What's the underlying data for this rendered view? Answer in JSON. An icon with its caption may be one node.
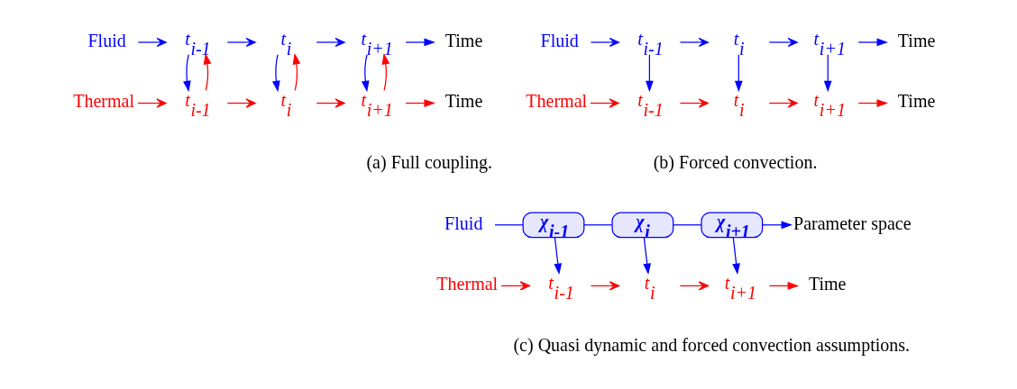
{
  "diagram": {
    "nodes": [
      {
        "text": [
          "Fluid"
        ]
      },
      {
        "text": [
          "t$_{i-1}$"
        ]
      },
      {
        "text": [
          "t$_{i}$"
        ]
      },
      {
        "text": [
          "t$_{i+1}$"
        ]
      },
      {
        "text": [
          "Time"
        ]
      },
      {
        "text": [
          "Thermal"
        ]
      },
      {
        "text": [
          "t$_{i-1}$"
        ]
      },
      {
        "text": [
          "t$_{i}$"
        ]
      },
      {
        "text": [
          "t$_{i+1}$"
        ]
      },
      {
        "text": [
          "Time"
        ]
      },
      {
        "text": [
          "Fluid"
        ]
      },
      {
        "text": [
          "t$_{i-1}$"
        ]
      },
      {
        "text": [
          "t$_{i}$"
        ]
      },
      {
        "text": [
          "t$_{i+1}$"
        ]
      },
      {
        "text": [
          "Time"
        ]
      },
      {
        "text": [
          "Thermal"
        ]
      },
      {
        "text": [
          "t$_{i-1}$"
        ]
      },
      {
        "text": [
          "t$_{i}$"
        ]
      },
      {
        "text": [
          "t$_{i+1}$"
        ]
      },
      {
        "text": [
          "Time"
        ]
      },
      {
        "text": [
          "Fluid"
        ]
      },
      {
        "text": [
          "χ$_{i-1}$"
        ]
      },
      {
        "text": [
          "χ$_{i}$"
        ]
      },
      {
        "text": [
          "χ$_{i+1}$"
        ]
      },
      {
        "text": [
          "Parameter space"
        ]
      },
      {
        "text": [
          "Thermal"
        ]
      },
      {
        "text": [
          "t$_{i-1}$"
        ]
      },
      {
        "text": [
          "t$_{i}$"
        ]
      },
      {
        "text": [
          "t$_{i+1}$"
        ]
      },
      {
        "text": [
          "Time"
        ]
      }
    ],
    "edges": [
      {
        "from": 0,
        "to": 1,
        "arrow": "to",
        "color": "#0000ff"
      },
      {
        "from": 1,
        "to": 2,
        "arrow": "to",
        "color": "#0000ff"
      },
      {
        "from": 2,
        "to": 3,
        "arrow": "to",
        "color": "#0000ff"
      },
      {
        "from": 3,
        "to": 4,
        "arrow": "to",
        "color": "#0000ff"
      },
      {
        "from": 5,
        "to": 6,
        "arrow": "to",
        "color": "#ff0000"
      },
      {
        "from": 6,
        "to": 7,
        "arrow": "to",
        "color": "#ff0000"
      },
      {
        "from": 7,
        "to": 8,
        "arrow": "to",
        "color": "#ff0000"
      },
      {
        "from": 8,
        "to": 9,
        "arrow": "to",
        "color": "#ff0000"
      },
      {
        "from": 1,
        "to": 6,
        "arrow": "to",
        "color": "#0000ff"
      },
      {
        "from": 6,
        "to": 1,
        "arrow": "to",
        "color": "#ff0000"
      },
      {
        "from": 2,
        "to": 7,
        "arrow": "to",
        "color": "#0000ff"
      },
      {
        "from": 7,
        "to": 2,
        "arrow": "to",
        "color": "#ff0000"
      },
      {
        "from": 3,
        "to": 8,
        "arrow": "to",
        "color": "#0000ff"
      },
      {
        "from": 8,
        "to": 3,
        "arrow": "to",
        "color": "#ff0000"
      },
      {
        "from": 10,
        "to": 11,
        "arrow": "to",
        "color": "#0000ff"
      },
      {
        "from": 11,
        "to": 12,
        "arrow": "to",
        "color": "#0000ff"
      },
      {
        "from": 12,
        "to": 13,
        "arrow": "to",
        "color": "#0000ff"
      },
      {
        "from": 13,
        "to": 14,
        "arrow": "to",
        "color": "#0000ff"
      },
      {
        "from": 15,
        "to": 16,
        "arrow": "to",
        "color": "#ff0000"
      },
      {
        "from": 16,
        "to": 17,
        "arrow": "to",
        "color": "#ff0000"
      },
      {
        "from": 17,
        "to": 18,
        "arrow": "to",
        "color": "#ff0000"
      },
      {
        "from": 18,
        "to": 19,
        "arrow": "to",
        "color": "#ff0000"
      },
      {
        "from": 11,
        "to": 16,
        "arrow": "to",
        "color": "#0000ff"
      },
      {
        "from": 12,
        "to": 17,
        "arrow": "to",
        "color": "#0000ff"
      },
      {
        "from": 13,
        "to": 18,
        "arrow": "to",
        "color": "#0000ff"
      },
      {
        "from": 20,
        "to": 21,
        "arrow": "none",
        "color": "#0000ff"
      },
      {
        "from": 21,
        "to": 22,
        "arrow": "none",
        "color": "#0000ff"
      },
      {
        "from": 22,
        "to": 23,
        "arrow": "none",
        "color": "#0000ff"
      },
      {
        "from": 23,
        "to": 24,
        "arrow": "to",
        "color": "#0000ff"
      },
      {
        "from": 25,
        "to": 26,
        "arrow": "to",
        "color": "#ff0000"
      },
      {
        "from": 26,
        "to": 27,
        "arrow": "to",
        "color": "#ff0000"
      },
      {
        "from": 27,
        "to": 28,
        "arrow": "to",
        "color": "#ff0000"
      },
      {
        "from": 28,
        "to": 29,
        "arrow": "to",
        "color": "#ff0000"
      },
      {
        "from": 21,
        "to": 26,
        "arrow": "to",
        "color": "#0000ff"
      },
      {
        "from": 22,
        "to": 27,
        "arrow": "to",
        "color": "#0000ff"
      },
      {
        "from": 23,
        "to": 28,
        "arrow": "to",
        "color": "#0000ff"
      }
    ],
    "labels": [
      "(a) Full coupling.",
      "(b) Forced convection.",
      "(c) Quasi dynamic and forced convection assumptions."
    ]
  }
}
